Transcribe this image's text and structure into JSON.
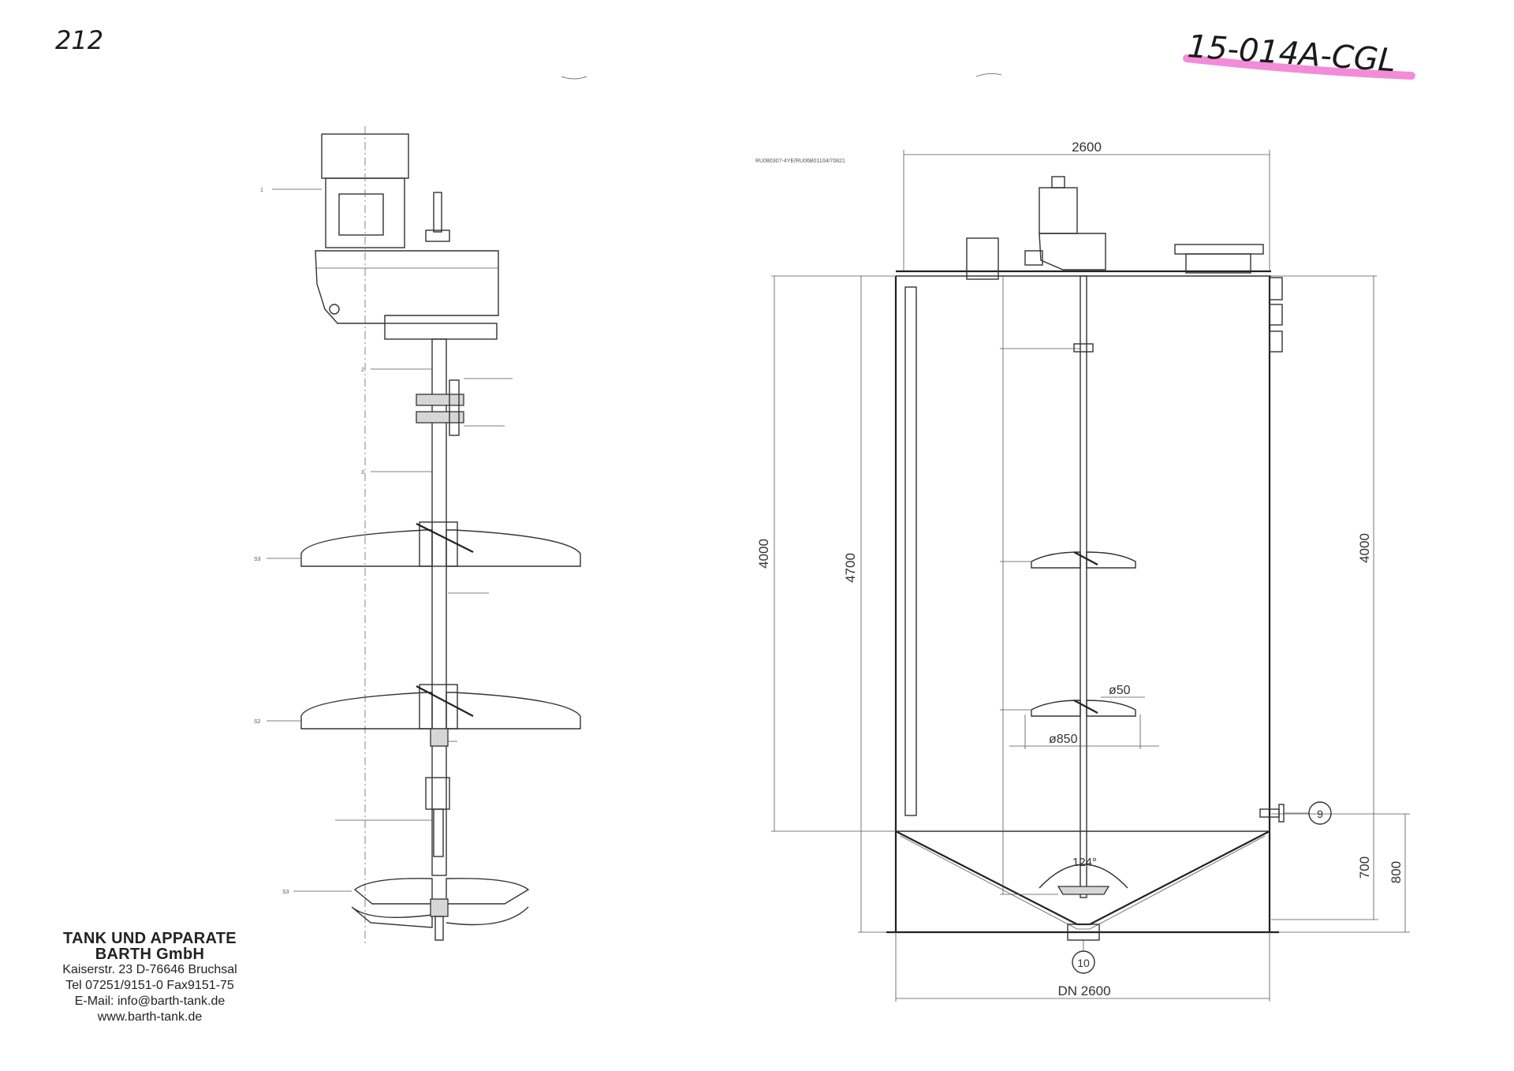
{
  "header": {
    "page_number": "212",
    "document_id": "15-014A-CGL"
  },
  "agitator_view": {
    "labels": {
      "callout_1": "1",
      "callout_2": "2",
      "callout_3": "3",
      "callout_s1": "S3",
      "callout_s2": "S2",
      "callout_s3": "S3"
    }
  },
  "tank_view": {
    "drawing_ref": "RU080307-4YE/RU06B01104/70821",
    "dims": {
      "width_top": "2600",
      "height_left": "4000",
      "height_inner": "4700",
      "height_right": "4000",
      "cone_700": "700",
      "cone_800": "800",
      "shaft_dia": "ø50",
      "impeller_dia": "ø850",
      "angle": "124°",
      "bottom_dn": "DN 2600",
      "nozzle_9": "9",
      "nozzle_10": "10"
    }
  },
  "company": {
    "name_1": "TANK UND APPARATE",
    "name_2": "BARTH GmbH",
    "address": "Kaiserstr. 23  D-76646 Bruchsal",
    "phone": "Tel 07251/9151-0  Fax9151-75",
    "email": "E-Mail: info@barth-tank.de",
    "web": "www.barth-tank.de"
  },
  "colors": {
    "highlight": "#ee66cc",
    "ink": "#222222"
  }
}
